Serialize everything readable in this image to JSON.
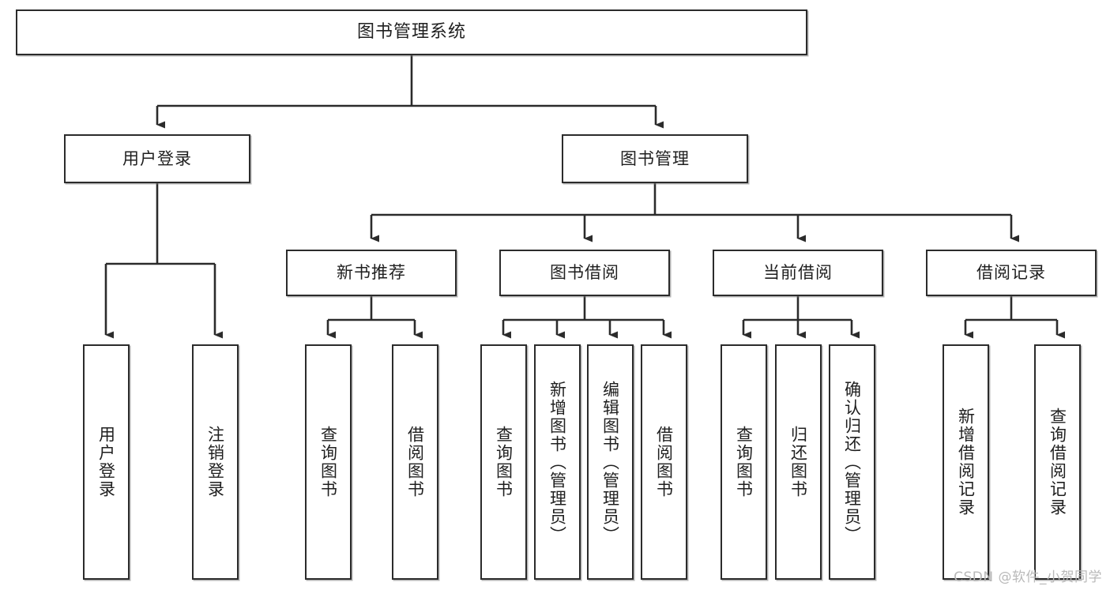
{
  "diagram": {
    "title": "图书管理系统",
    "type": "tree-hierarchy-chart",
    "root": {
      "id": "root",
      "label": "图书管理系统"
    },
    "level2": [
      {
        "id": "user-login",
        "label": "用户登录"
      },
      {
        "id": "book-management",
        "label": "图书管理"
      }
    ],
    "level3": [
      {
        "id": "new-book-recommend",
        "label": "新书推荐",
        "parent": "book-management"
      },
      {
        "id": "book-borrow",
        "label": "图书借阅",
        "parent": "book-management"
      },
      {
        "id": "current-borrow",
        "label": "当前借阅",
        "parent": "book-management"
      },
      {
        "id": "borrow-record",
        "label": "借阅记录",
        "parent": "book-management"
      }
    ],
    "leaves": [
      {
        "id": "leaf-user-login",
        "label": "用户登录",
        "parent": "user-login"
      },
      {
        "id": "leaf-user-logout",
        "label": "注销登录",
        "parent": "user-login"
      },
      {
        "id": "leaf-query-book-1",
        "label": "查询图书",
        "parent": "new-book-recommend"
      },
      {
        "id": "leaf-borrow-book-1",
        "label": "借阅图书",
        "parent": "new-book-recommend"
      },
      {
        "id": "leaf-query-book-2",
        "label": "查询图书",
        "parent": "book-borrow"
      },
      {
        "id": "leaf-add-book",
        "label": "新增图书（管理员）",
        "parent": "book-borrow"
      },
      {
        "id": "leaf-edit-book",
        "label": "编辑图书（管理员）",
        "parent": "book-borrow"
      },
      {
        "id": "leaf-borrow-book-2",
        "label": "借阅图书",
        "parent": "book-borrow"
      },
      {
        "id": "leaf-query-book-3",
        "label": "查询图书",
        "parent": "current-borrow"
      },
      {
        "id": "leaf-return-book",
        "label": "归还图书",
        "parent": "current-borrow"
      },
      {
        "id": "leaf-confirm-return",
        "label": "确认归还（管理员）",
        "parent": "current-borrow"
      },
      {
        "id": "leaf-add-record",
        "label": "新增借阅记录",
        "parent": "borrow-record"
      },
      {
        "id": "leaf-query-record",
        "label": "查询借阅记录",
        "parent": "borrow-record"
      }
    ],
    "colors": {
      "box_border": "#2b2b2b",
      "box_fill": "#ffffff",
      "connector": "#2b2b2b",
      "text": "#1f1f1f",
      "watermark": "#b9b9b9",
      "background": "#ffffff"
    }
  },
  "watermark": {
    "text": "CSDN @软件_小贺同学"
  }
}
